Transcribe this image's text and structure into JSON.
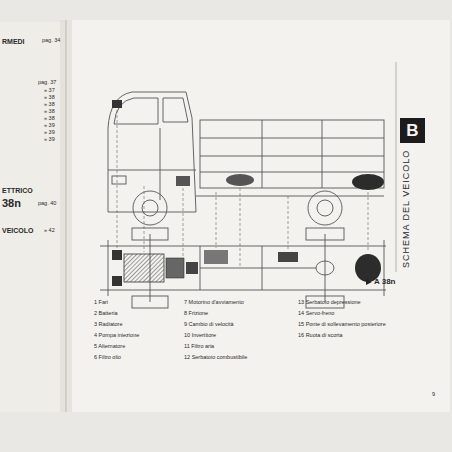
{
  "diagram": {
    "title": "SCHEMA DEL VEICOLO",
    "nodes": [
      {
        "text": [
          "B"
        ]
      }
    ],
    "labels": [
      "RMEDI",
      "pag. 34",
      "pag. 37",
      "» 37",
      "» 38",
      "» 38",
      "» 38",
      "» 38",
      "» 39",
      "» 39",
      "» 39",
      "ETTRICO",
      "38n",
      "pag. 40",
      "VEICOLO",
      "» 42",
      "A 38n",
      "1 Fari",
      "2 Batteria",
      "3 Radiatore",
      "4 Pompa iniezione",
      "5 Alternatore",
      "6 Filtro olio",
      "7 Motorino d'avviamento",
      "8 Frizione",
      "9 Cambio di velocità",
      "10 Invertitore",
      "11 Filtro aria",
      "12 Serbatoio combustibile",
      "13 Serbatoio depressione",
      "14 Servo-freno",
      "15 Ponte di sollevamento posteriore",
      "16 Ruota di scorta",
      "9"
    ]
  }
}
